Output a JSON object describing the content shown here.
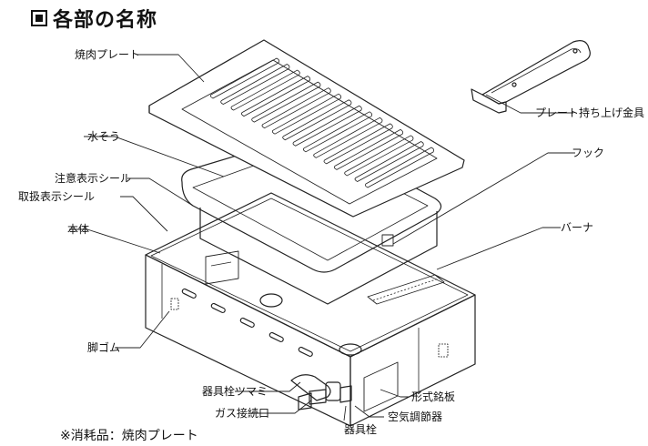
{
  "title": "各部の名称",
  "footnote": "※消耗品：焼肉プレート",
  "labels": {
    "grill_plate": "焼肉プレート",
    "plate_holder": "プレート持ち上げ金具",
    "water_tray": "水そう",
    "hook": "フック",
    "caution_seal": "注意表示シール",
    "handling_seal": "取扱表示シール",
    "body": "本体",
    "burner": "バーナ",
    "rubber_foot": "脚ゴム",
    "valve_knob": "器具栓ツマミ",
    "gas_inlet": "ガス接続口",
    "valve": "器具栓",
    "rating_plate": "形式銘板",
    "air_adjuster": "空気調節器"
  }
}
